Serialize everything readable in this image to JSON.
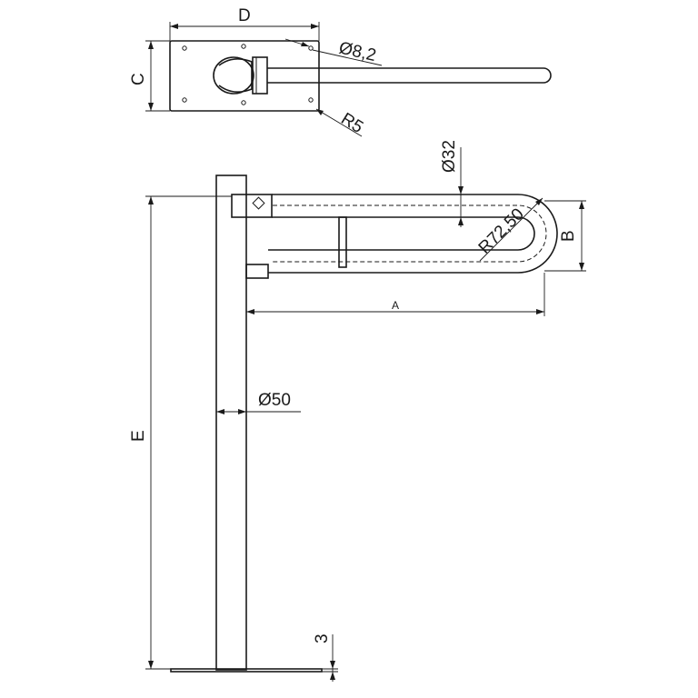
{
  "dimensions": {
    "plate_width": "D",
    "plate_height": "C",
    "hole_diameter": "Ø8,2",
    "corner_radius": "R5",
    "tube_diameter": "Ø32",
    "bend_radius": "R72,50",
    "rail_height": "B",
    "rail_length": "A",
    "post_diameter": "Ø50",
    "total_height": "E",
    "base_thickness": "3"
  }
}
